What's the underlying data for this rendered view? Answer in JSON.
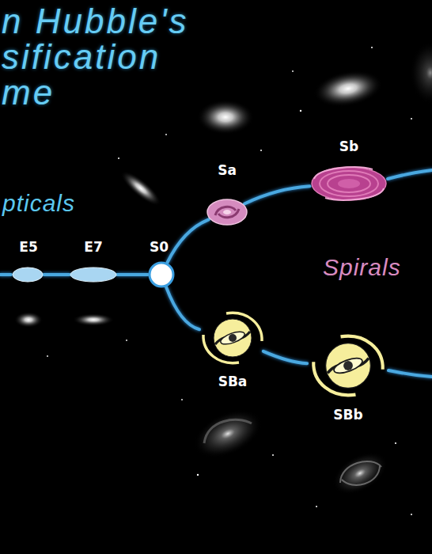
{
  "diagram": {
    "title": "n Hubble's sification me",
    "nodes": [
      {
        "text": [
          "E5"
        ]
      },
      {
        "text": [
          "E7"
        ]
      },
      {
        "text": [
          "S0"
        ]
      },
      {
        "text": [
          "Sa"
        ]
      },
      {
        "text": [
          "Sb"
        ]
      },
      {
        "text": [
          "SBa"
        ]
      },
      {
        "text": [
          "SBb"
        ]
      }
    ],
    "edges": [
      {
        "from": 0,
        "to": 1,
        "arrow": "none"
      },
      {
        "from": 1,
        "to": 2,
        "arrow": "none"
      },
      {
        "from": 2,
        "to": 3,
        "arrow": "none"
      },
      {
        "from": 3,
        "to": 4,
        "arrow": "none"
      },
      {
        "from": 2,
        "to": 5,
        "arrow": "none"
      },
      {
        "from": 5,
        "to": 6,
        "arrow": "none"
      }
    ],
    "labels": [
      "pticals",
      "Spirals"
    ]
  }
}
